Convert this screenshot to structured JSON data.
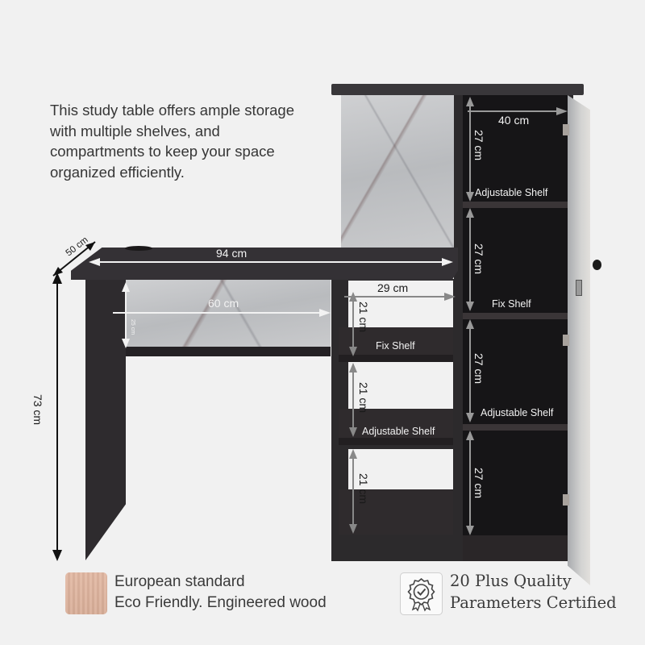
{
  "intro": {
    "text": "This study table offers ample storage with multiple shelves, and compartments to keep your space organized efficiently."
  },
  "dimensions": {
    "depth": "50 cm",
    "width": "94 cm",
    "height": "73 cm",
    "desk_opening_width": "60 cm",
    "desk_opening_height": "25 cm",
    "middle_unit_width": "29 cm",
    "middle_compartments": [
      "21 cm",
      "21 cm",
      "21 cm"
    ],
    "cabinet_width": "40 cm",
    "cabinet_compartments": [
      "27 cm",
      "27 cm",
      "27 cm",
      "27 cm"
    ]
  },
  "shelf_labels": {
    "middle": [
      "Fix Shelf",
      "Adjustable Shelf"
    ],
    "cabinet": [
      "Adjustable Shelf",
      "Fix Shelf",
      "Adjustable Shelf"
    ]
  },
  "features": [
    {
      "icon": "wood-swatch-icon",
      "line1": "European standard",
      "line2": "Eco Friendly. Engineered wood",
      "swatch_color": "#dcb19c"
    },
    {
      "icon": "certified-badge-icon",
      "line1": "20 Plus Quality",
      "line2": "Parameters Certified"
    }
  ],
  "colors": {
    "background": "#f1f1f1",
    "wood_dark": "#2c2a2c",
    "marble": "#c4c5c8",
    "text": "#363636"
  }
}
